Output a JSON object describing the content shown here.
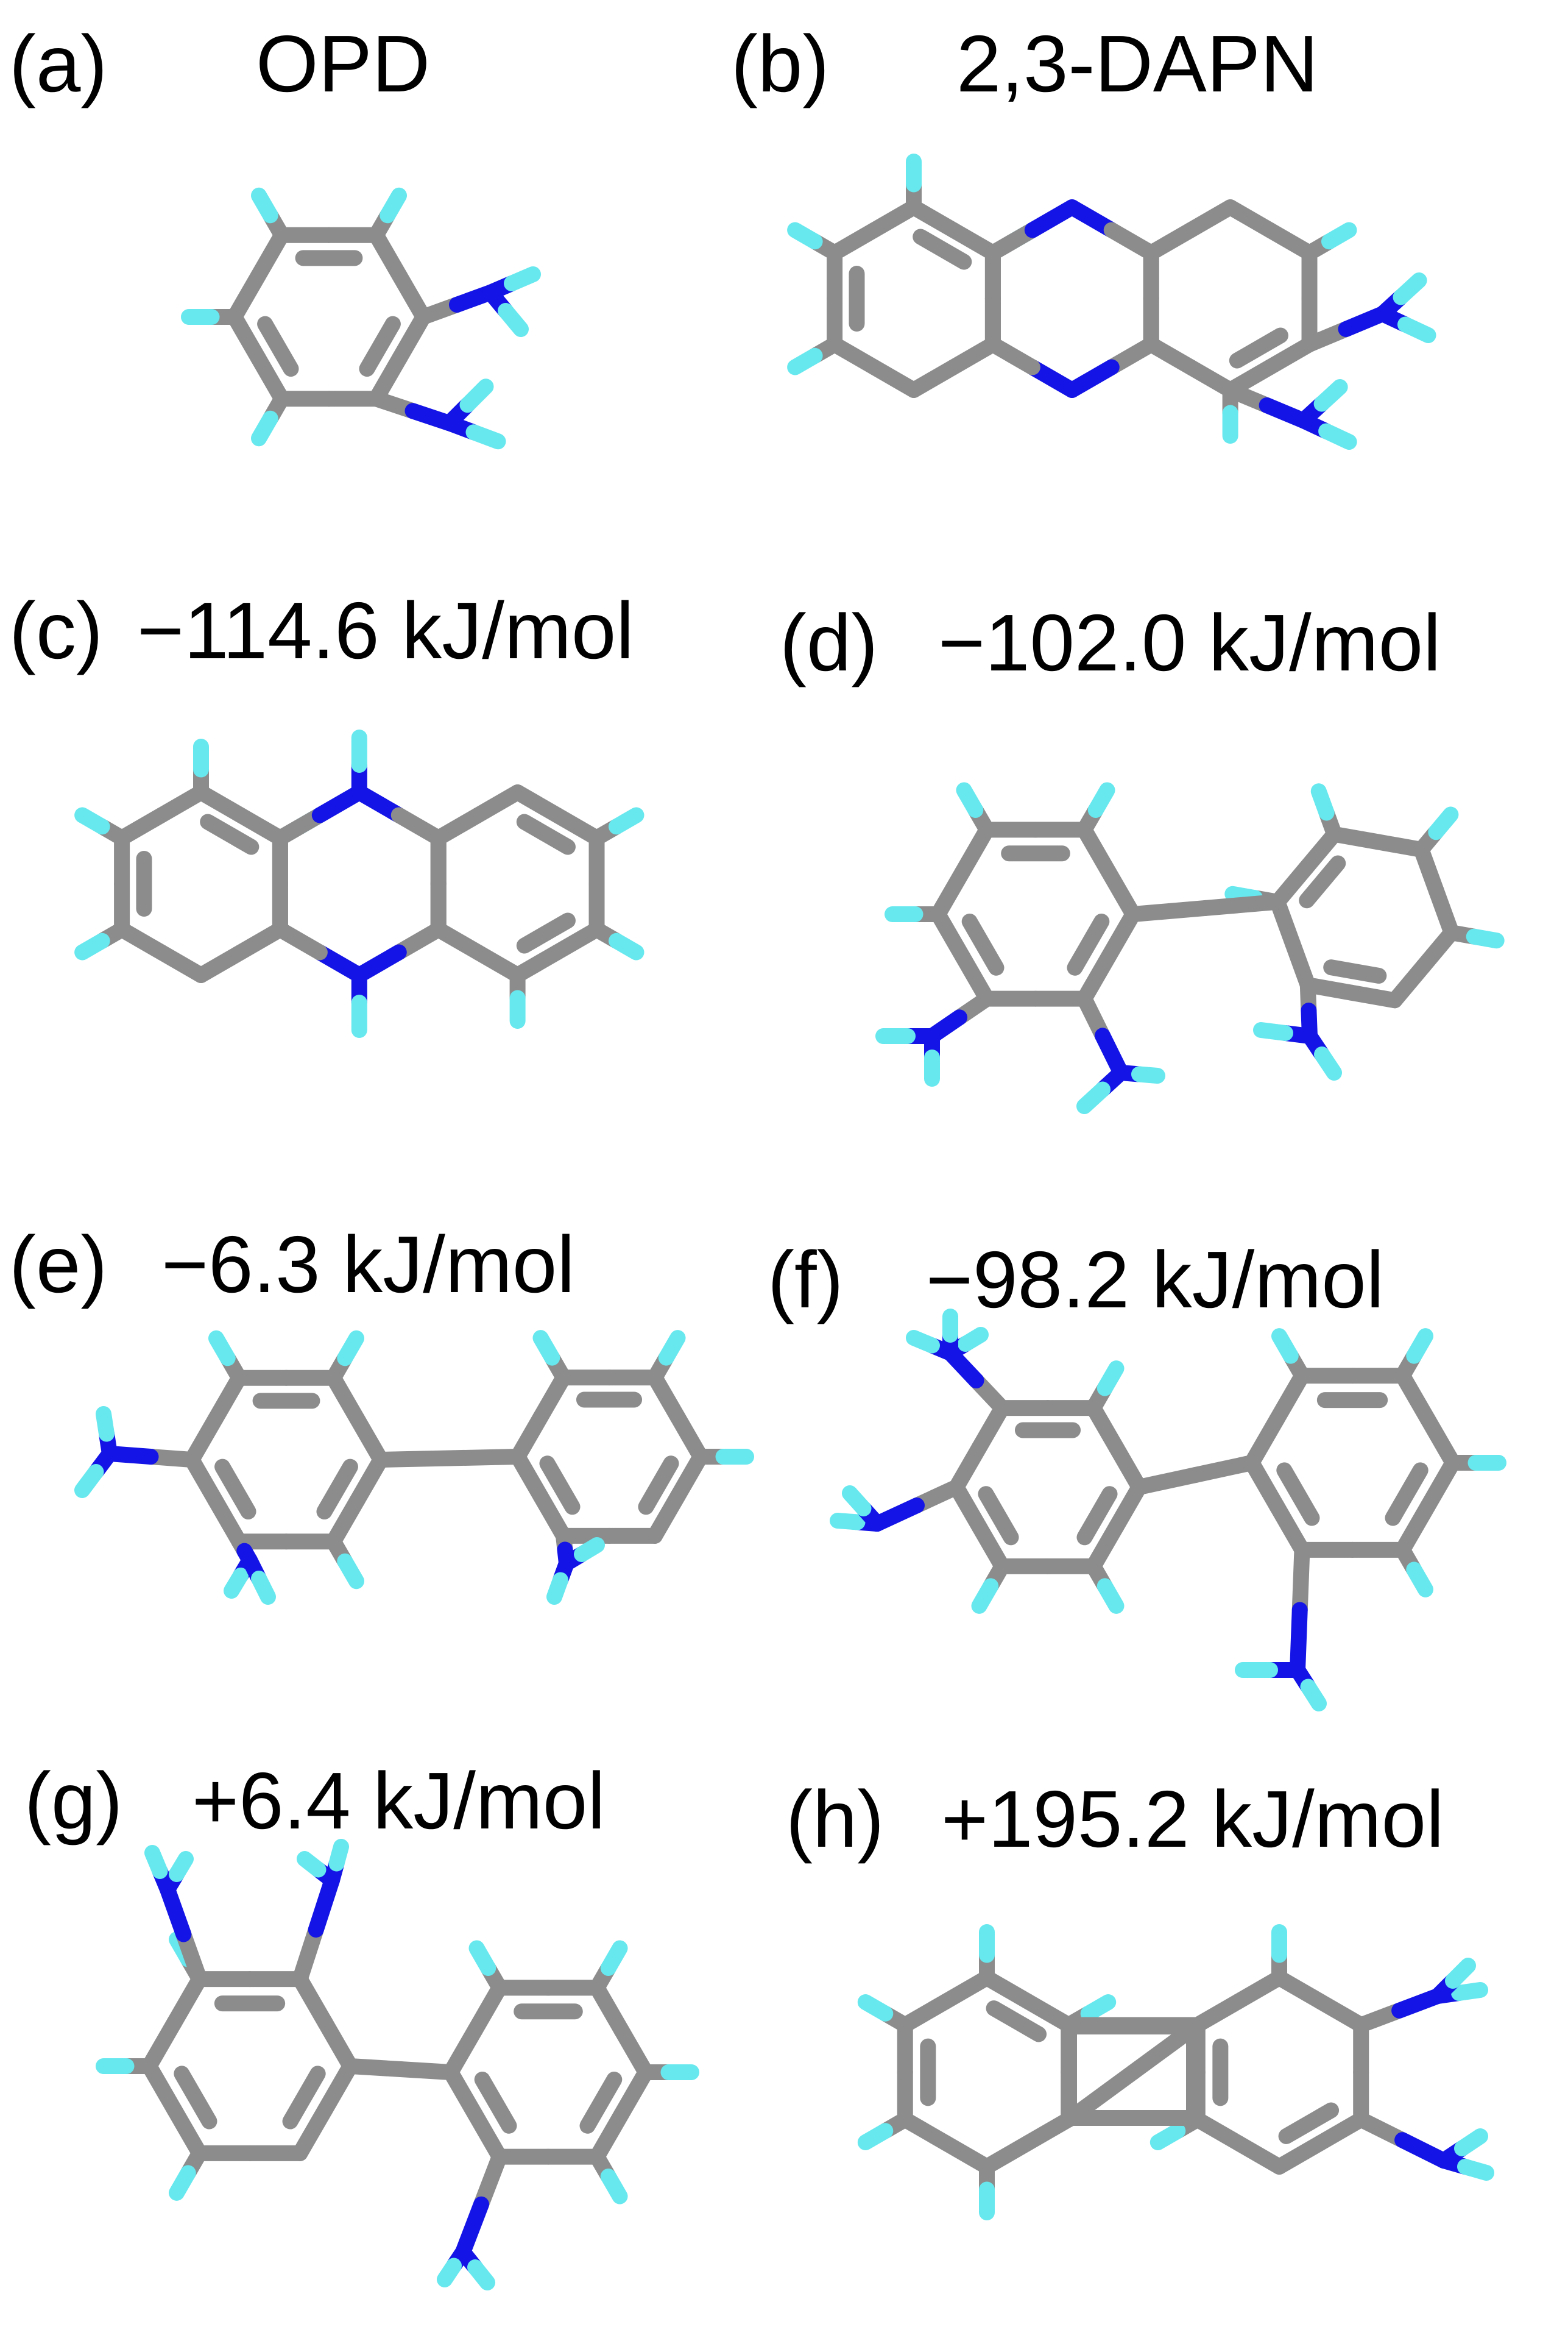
{
  "colors": {
    "carbon": "#8c8c8c",
    "hydrogen": "#66e8ee",
    "nitrogen": "#1414e6",
    "background": "#ffffff",
    "text": "#000000"
  },
  "panels": [
    {
      "id": "a",
      "label": "(a)",
      "title": "OPD"
    },
    {
      "id": "b",
      "label": "(b)",
      "title": "2,3-DAPN"
    },
    {
      "id": "c",
      "label": "(c)",
      "title": "−114.6  kJ/mol"
    },
    {
      "id": "d",
      "label": "(d)",
      "title": "−102.0  kJ/mol"
    },
    {
      "id": "e",
      "label": "(e)",
      "title": "−6.3  kJ/mol"
    },
    {
      "id": "f",
      "label": "(f)",
      "title": "−98.2  kJ/mol"
    },
    {
      "id": "g",
      "label": "(g)",
      "title": "+6.4  kJ/mol"
    },
    {
      "id": "h",
      "label": "(h)",
      "title": "+195.2  kJ/mol"
    }
  ]
}
